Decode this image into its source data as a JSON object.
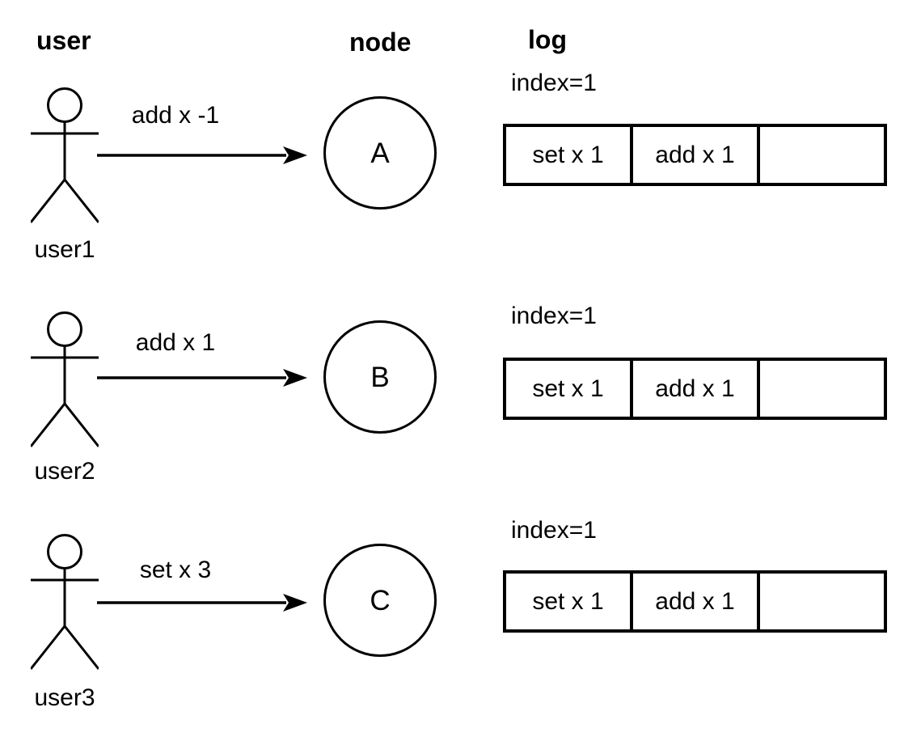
{
  "headers": {
    "user": "user",
    "node": "node",
    "log": "log"
  },
  "colors": {
    "stroke": "#000000",
    "background": "#ffffff"
  },
  "rows": [
    {
      "user_label": "user1",
      "command": "add x -1",
      "node_label": "A",
      "log": {
        "index_label": "index=1",
        "cells": [
          "set x 1",
          "add x 1",
          ""
        ]
      }
    },
    {
      "user_label": "user2",
      "command": "add x 1",
      "node_label": "B",
      "log": {
        "index_label": "index=1",
        "cells": [
          "set x 1",
          "add x 1",
          ""
        ]
      }
    },
    {
      "user_label": "user3",
      "command": "set x 3",
      "node_label": "C",
      "log": {
        "index_label": "index=1",
        "cells": [
          "set x 1",
          "add x 1",
          ""
        ]
      }
    }
  ]
}
